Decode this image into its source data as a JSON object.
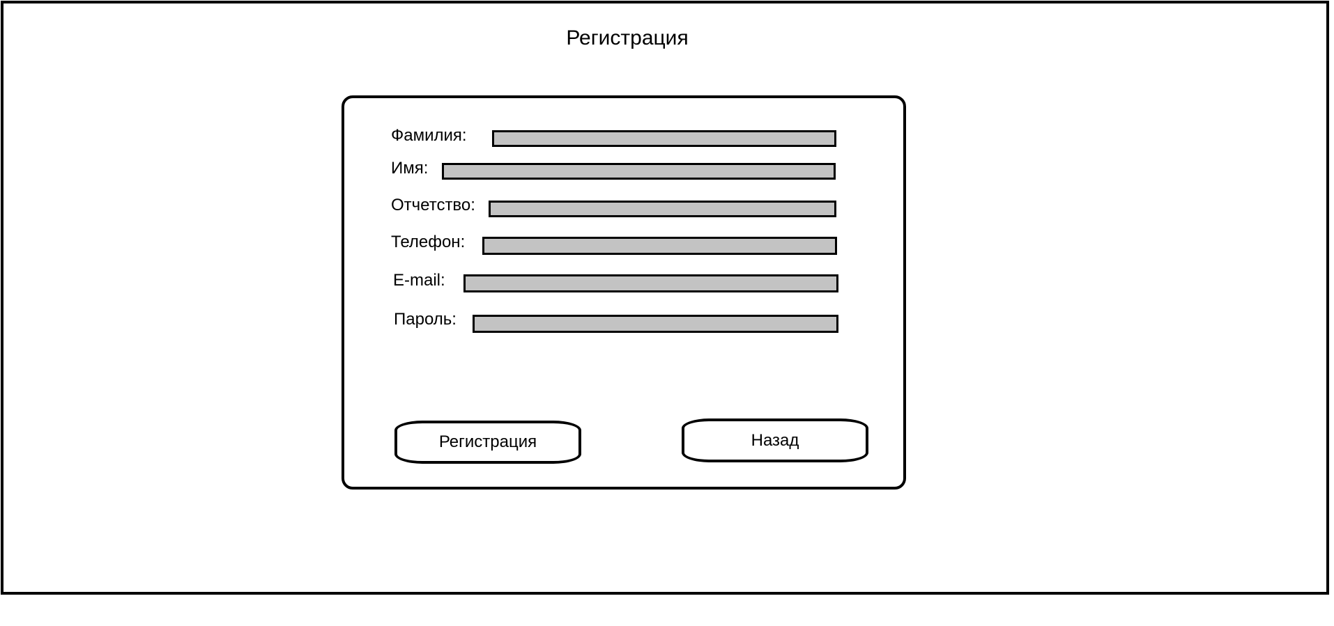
{
  "page": {
    "title": "Регистрация"
  },
  "form": {
    "fields": [
      {
        "key": "surname",
        "label": "Фамилия:",
        "value": ""
      },
      {
        "key": "name",
        "label": "Имя:",
        "value": ""
      },
      {
        "key": "patronymic",
        "label": "Отчетство:",
        "value": ""
      },
      {
        "key": "phone",
        "label": "Телефон:",
        "value": ""
      },
      {
        "key": "email",
        "label": "E-mail:",
        "value": ""
      },
      {
        "key": "password",
        "label": "Пароль:",
        "value": ""
      }
    ],
    "buttons": {
      "register_label": "Регистрация",
      "back_label": "Назад"
    }
  },
  "colors": {
    "field_fill": "#c3c3c3",
    "border": "#000000",
    "background": "#ffffff"
  }
}
